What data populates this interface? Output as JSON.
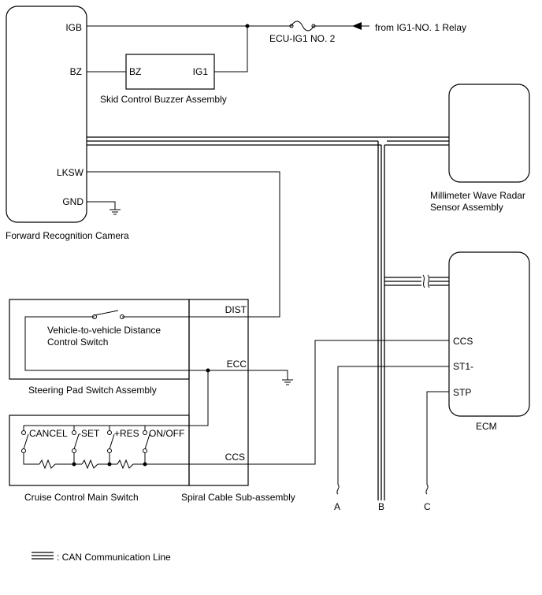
{
  "components": {
    "forward_camera": "Forward Recognition Camera",
    "buzzer": "Skid Control Buzzer Assembly",
    "radar": "Millimeter Wave Radar\nSensor Assembly",
    "ecm": "ECM",
    "steering_pad": "Steering Pad Switch Assembly",
    "cruise_switch": "Cruise Control Main Switch",
    "spiral_cable": "Spiral Cable Sub-assembly",
    "distance_switch": "Vehicle-to-vehicle Distance\nControl Switch"
  },
  "pins": {
    "camera": [
      "IGB",
      "BZ",
      "LKSW",
      "GND"
    ],
    "buzzer": [
      "BZ",
      "IG1"
    ],
    "spiral": [
      "DIST",
      "ECC",
      "CCS"
    ],
    "ecm": [
      "CCS",
      "ST1-",
      "STP"
    ]
  },
  "fuse": "ECU-IG1 NO. 2",
  "source": "from IG1-NO. 1 Relay",
  "cruise_positions": [
    "CANCEL",
    "-SET",
    "+RES",
    "ON/OFF"
  ],
  "connectors": [
    "A",
    "B",
    "C"
  ],
  "legend": ": CAN Communication Line"
}
